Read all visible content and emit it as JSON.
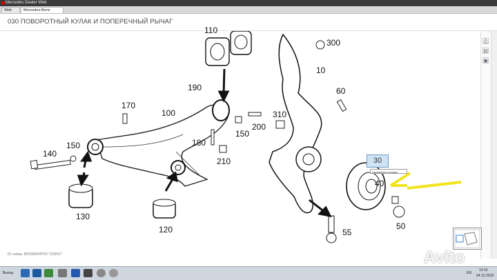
{
  "window": {
    "title": "Mercedes Dealer Web"
  },
  "tabs": [
    {
      "label": "Web EPC",
      "active": false
    },
    {
      "label": "Mercedes-Benz WebParts",
      "active": true
    }
  ],
  "header": {
    "title": "030 ПОВОРОТНЫЙ КУЛАК И ПОПЕРЕЧНЫЙ РЫЧАГ"
  },
  "diagram": {
    "part_labels": [
      "110",
      "300",
      "10",
      "190",
      "170",
      "100",
      "60",
      "310",
      "200",
      "150",
      "180",
      "140",
      "150",
      "210",
      "40",
      "130",
      "50",
      "120",
      "55"
    ],
    "callout": {
      "number": "30",
      "note": "подшипник ступицы"
    }
  },
  "image_id_text": "ID схемы: B03030000?02 ?10201?",
  "taskbar": {
    "start_label": "Выход",
    "lang": "EN",
    "time": "13:19",
    "date": "04.12.2018"
  },
  "watermark": "Avito",
  "colors": {
    "arrow_yellow": "#f2e51f",
    "callout_bg": "#cfe3f4"
  }
}
